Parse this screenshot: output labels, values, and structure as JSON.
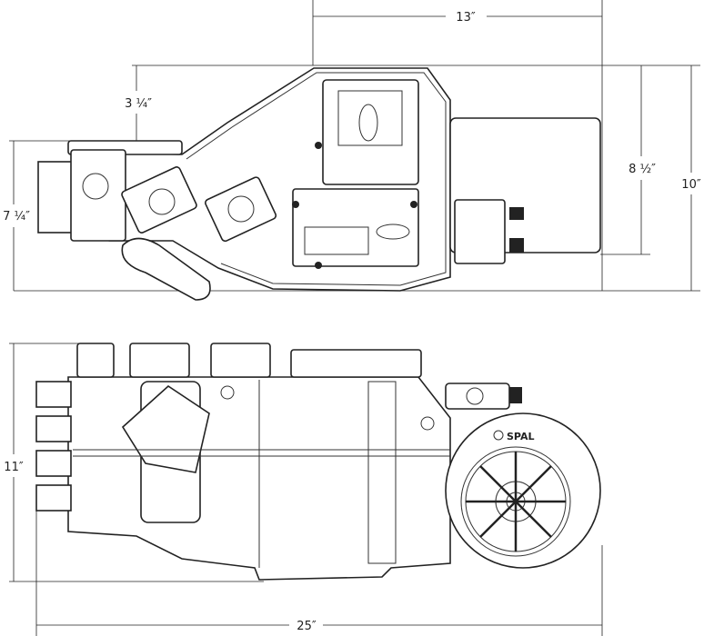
{
  "dimensions": {
    "top_width": "13″",
    "offset_height": "3 ¼″",
    "mid_height": "8 ½″",
    "total_height_top": "10″",
    "left_height": "7 ¼″",
    "side_height": "11″",
    "total_length": "25″"
  },
  "logo": {
    "brand": "SPAL"
  }
}
